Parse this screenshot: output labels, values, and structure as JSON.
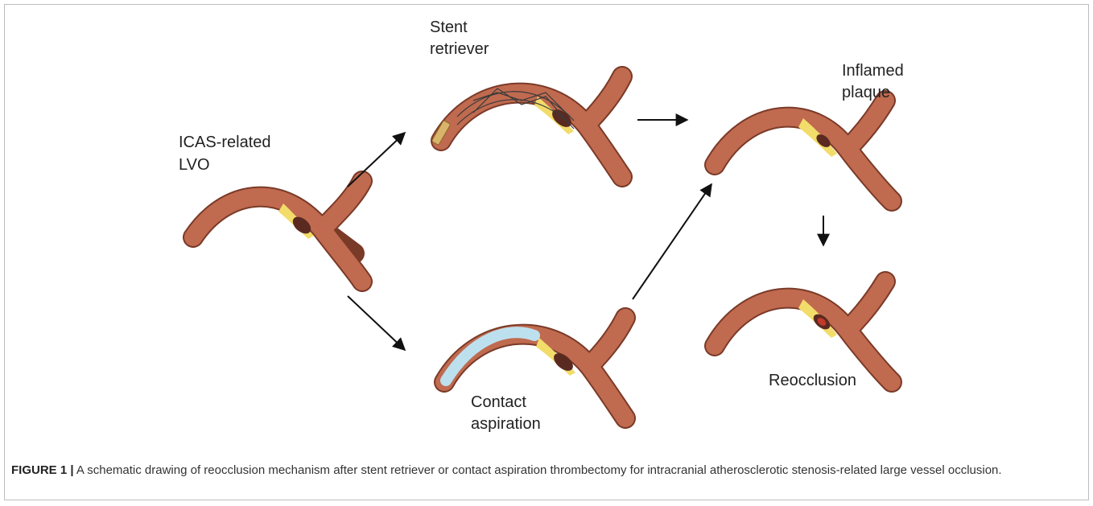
{
  "figure": {
    "labels": {
      "icas_line1": "ICAS-related",
      "icas_line2": "LVO",
      "stent_line1": "Stent",
      "stent_line2": "retriever",
      "inflamed_line1": "Inflamed",
      "inflamed_line2": "plaque",
      "contact_line1": "Contact",
      "contact_line2": "aspiration",
      "reocclusion": "Reocclusion"
    },
    "caption": {
      "label": "FIGURE 1 |",
      "text": " A schematic drawing of reocclusion mechanism after stent retriever or contact aspiration thrombectomy for intracranial atherosclerotic stenosis-related large vessel occlusion."
    }
  },
  "colors": {
    "vessel": "#c06a4f",
    "vessel_outline": "#7a3a28",
    "plaque": "#f2dc6a",
    "thrombus": "#5a2a20",
    "catheter": "#bde0ee",
    "stent_wire": "#3a3a3a",
    "arrow": "#111111",
    "inflamed": "#c0392b"
  }
}
